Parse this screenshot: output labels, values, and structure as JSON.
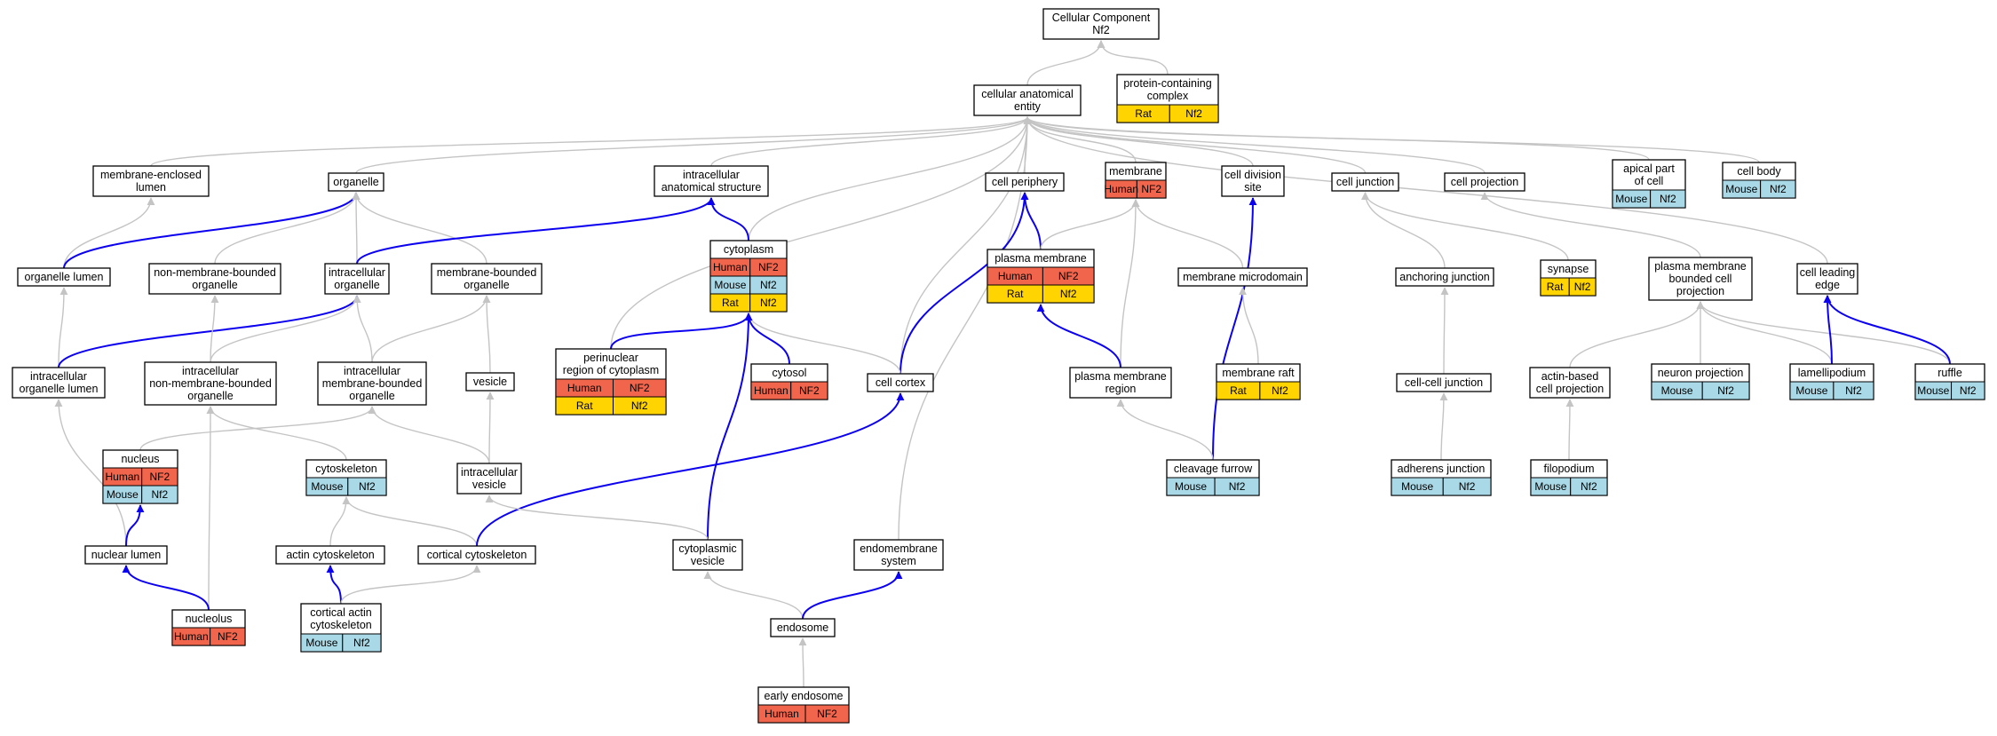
{
  "colors": {
    "human": "#f0654c",
    "mouse": "#a9d8e6",
    "rat": "#ffd400",
    "gray_edge": "#c4c4c4",
    "blue_edge": "#0b00f0",
    "node_border": "#000000"
  },
  "nodes": [
    {
      "id": "cc",
      "lines": [
        "Cellular Component",
        "Nf2"
      ],
      "labels": []
    },
    {
      "id": "cae",
      "lines": [
        "cellular anatomical",
        "entity"
      ],
      "labels": []
    },
    {
      "id": "pcc",
      "lines": [
        "protein-containing",
        "complex"
      ],
      "labels": [
        [
          "Rat",
          "Nf2"
        ]
      ]
    },
    {
      "id": "mel",
      "lines": [
        "membrane-enclosed",
        "lumen"
      ],
      "labels": []
    },
    {
      "id": "organelle",
      "lines": [
        "organelle"
      ],
      "labels": []
    },
    {
      "id": "ias",
      "lines": [
        "intracellular",
        "anatomical structure"
      ],
      "labels": []
    },
    {
      "id": "cperiph",
      "lines": [
        "cell periphery"
      ],
      "labels": []
    },
    {
      "id": "membrane",
      "lines": [
        "membrane"
      ],
      "labels": [
        [
          "Human",
          "NF2"
        ]
      ]
    },
    {
      "id": "cds",
      "lines": [
        "cell division",
        "site"
      ],
      "labels": []
    },
    {
      "id": "cjunction",
      "lines": [
        "cell junction"
      ],
      "labels": []
    },
    {
      "id": "cproj",
      "lines": [
        "cell projection"
      ],
      "labels": []
    },
    {
      "id": "apical",
      "lines": [
        "apical part",
        "of cell"
      ],
      "labels": [
        [
          "Mouse",
          "Nf2"
        ]
      ]
    },
    {
      "id": "cbody",
      "lines": [
        "cell body"
      ],
      "labels": [
        [
          "Mouse",
          "Nf2"
        ]
      ]
    },
    {
      "id": "olumen",
      "lines": [
        "organelle lumen"
      ],
      "labels": []
    },
    {
      "id": "nmbo",
      "lines": [
        "non-membrane-bounded",
        "organelle"
      ],
      "labels": []
    },
    {
      "id": "io",
      "lines": [
        "intracellular",
        "organelle"
      ],
      "labels": []
    },
    {
      "id": "mbo",
      "lines": [
        "membrane-bounded",
        "organelle"
      ],
      "labels": []
    },
    {
      "id": "cytoplasm",
      "lines": [
        "cytoplasm"
      ],
      "labels": [
        [
          "Human",
          "NF2"
        ],
        [
          "Mouse",
          "Nf2"
        ],
        [
          "Rat",
          "Nf2"
        ]
      ]
    },
    {
      "id": "pm",
      "lines": [
        "plasma membrane"
      ],
      "labels": [
        [
          "Human",
          "NF2"
        ],
        [
          "Rat",
          "Nf2"
        ]
      ]
    },
    {
      "id": "mmd",
      "lines": [
        "membrane microdomain"
      ],
      "labels": []
    },
    {
      "id": "aj",
      "lines": [
        "anchoring junction"
      ],
      "labels": []
    },
    {
      "id": "synapse",
      "lines": [
        "synapse"
      ],
      "labels": [
        [
          "Rat",
          "Nf2"
        ]
      ]
    },
    {
      "id": "pmbcp",
      "lines": [
        "plasma membrane",
        "bounded cell",
        "projection"
      ],
      "labels": []
    },
    {
      "id": "cle",
      "lines": [
        "cell leading",
        "edge"
      ],
      "labels": []
    },
    {
      "id": "iol",
      "lines": [
        "intracellular",
        "organelle lumen"
      ],
      "labels": []
    },
    {
      "id": "inmbo",
      "lines": [
        "intracellular",
        "non-membrane-bounded",
        "organelle"
      ],
      "labels": []
    },
    {
      "id": "imbo",
      "lines": [
        "intracellular",
        "membrane-bounded",
        "organelle"
      ],
      "labels": []
    },
    {
      "id": "vesicle",
      "lines": [
        "vesicle"
      ],
      "labels": []
    },
    {
      "id": "perinuclear",
      "lines": [
        "perinuclear",
        "region of cytoplasm"
      ],
      "labels": [
        [
          "Human",
          "NF2"
        ],
        [
          "Rat",
          "Nf2"
        ]
      ]
    },
    {
      "id": "cytosol",
      "lines": [
        "cytosol"
      ],
      "labels": [
        [
          "Human",
          "NF2"
        ]
      ]
    },
    {
      "id": "ccortex",
      "lines": [
        "cell cortex"
      ],
      "labels": []
    },
    {
      "id": "pmr",
      "lines": [
        "plasma membrane",
        "region"
      ],
      "labels": []
    },
    {
      "id": "mraft",
      "lines": [
        "membrane raft"
      ],
      "labels": [
        [
          "Rat",
          "Nf2"
        ]
      ]
    },
    {
      "id": "ccj",
      "lines": [
        "cell-cell junction"
      ],
      "labels": []
    },
    {
      "id": "abcp",
      "lines": [
        "actin-based",
        "cell projection"
      ],
      "labels": []
    },
    {
      "id": "nproj",
      "lines": [
        "neuron projection"
      ],
      "labels": [
        [
          "Mouse",
          "Nf2"
        ]
      ]
    },
    {
      "id": "lamelli",
      "lines": [
        "lamellipodium"
      ],
      "labels": [
        [
          "Mouse",
          "Nf2"
        ]
      ]
    },
    {
      "id": "ruffle",
      "lines": [
        "ruffle"
      ],
      "labels": [
        [
          "Mouse",
          "Nf2"
        ]
      ]
    },
    {
      "id": "nucleus",
      "lines": [
        "nucleus"
      ],
      "labels": [
        [
          "Human",
          "NF2"
        ],
        [
          "Mouse",
          "Nf2"
        ]
      ]
    },
    {
      "id": "cytoskeleton",
      "lines": [
        "cytoskeleton"
      ],
      "labels": [
        [
          "Mouse",
          "Nf2"
        ]
      ]
    },
    {
      "id": "ivesicle",
      "lines": [
        "intracellular",
        "vesicle"
      ],
      "labels": []
    },
    {
      "id": "cfurrow",
      "lines": [
        "cleavage furrow"
      ],
      "labels": [
        [
          "Mouse",
          "Nf2"
        ]
      ]
    },
    {
      "id": "adherens",
      "lines": [
        "adherens junction"
      ],
      "labels": [
        [
          "Mouse",
          "Nf2"
        ]
      ]
    },
    {
      "id": "filopodium",
      "lines": [
        "filopodium"
      ],
      "labels": [
        [
          "Mouse",
          "Nf2"
        ]
      ]
    },
    {
      "id": "nlumen",
      "lines": [
        "nuclear lumen"
      ],
      "labels": []
    },
    {
      "id": "actincyto",
      "lines": [
        "actin cytoskeleton"
      ],
      "labels": []
    },
    {
      "id": "corticalcyto",
      "lines": [
        "cortical cytoskeleton"
      ],
      "labels": []
    },
    {
      "id": "cytovesicle",
      "lines": [
        "cytoplasmic",
        "vesicle"
      ],
      "labels": []
    },
    {
      "id": "endomembrane",
      "lines": [
        "endomembrane",
        "system"
      ],
      "labels": []
    },
    {
      "id": "nucleolus",
      "lines": [
        "nucleolus"
      ],
      "labels": [
        [
          "Human",
          "NF2"
        ]
      ]
    },
    {
      "id": "cac",
      "lines": [
        "cortical actin",
        "cytoskeleton"
      ],
      "labels": [
        [
          "Mouse",
          "Nf2"
        ]
      ]
    },
    {
      "id": "endosome",
      "lines": [
        "endosome"
      ],
      "labels": []
    },
    {
      "id": "earlyendo",
      "lines": [
        "early endosome"
      ],
      "labels": [
        [
          "Human",
          "NF2"
        ]
      ]
    }
  ],
  "edges": [
    {
      "from": "cae",
      "to": "cc",
      "kind": "gray"
    },
    {
      "from": "pcc",
      "to": "cc",
      "kind": "gray"
    },
    {
      "from": "mel",
      "to": "cae",
      "kind": "gray"
    },
    {
      "from": "organelle",
      "to": "cae",
      "kind": "gray"
    },
    {
      "from": "ias",
      "to": "cae",
      "kind": "gray"
    },
    {
      "from": "cperiph",
      "to": "cae",
      "kind": "gray"
    },
    {
      "from": "membrane",
      "to": "cae",
      "kind": "gray"
    },
    {
      "from": "cds",
      "to": "cae",
      "kind": "gray"
    },
    {
      "from": "cjunction",
      "to": "cae",
      "kind": "gray"
    },
    {
      "from": "cproj",
      "to": "cae",
      "kind": "gray"
    },
    {
      "from": "apical",
      "to": "cae",
      "kind": "gray"
    },
    {
      "from": "cbody",
      "to": "cae",
      "kind": "gray"
    },
    {
      "from": "cle",
      "to": "cae",
      "kind": "gray"
    },
    {
      "from": "cytoplasm",
      "to": "cae",
      "kind": "gray"
    },
    {
      "from": "perinuclear",
      "to": "cae",
      "kind": "gray"
    },
    {
      "from": "ccortex",
      "to": "cae",
      "kind": "gray"
    },
    {
      "from": "endomembrane",
      "to": "cae",
      "kind": "gray"
    },
    {
      "from": "olumen",
      "to": "mel",
      "kind": "gray"
    },
    {
      "from": "olumen",
      "to": "organelle",
      "kind": "blue"
    },
    {
      "from": "nmbo",
      "to": "organelle",
      "kind": "gray"
    },
    {
      "from": "io",
      "to": "organelle",
      "kind": "gray"
    },
    {
      "from": "mbo",
      "to": "organelle",
      "kind": "gray"
    },
    {
      "from": "io",
      "to": "ias",
      "kind": "blue"
    },
    {
      "from": "cytoplasm",
      "to": "ias",
      "kind": "blue"
    },
    {
      "from": "pm",
      "to": "cperiph",
      "kind": "blue"
    },
    {
      "from": "ccortex",
      "to": "cperiph",
      "kind": "blue"
    },
    {
      "from": "pm",
      "to": "membrane",
      "kind": "gray"
    },
    {
      "from": "mmd",
      "to": "membrane",
      "kind": "gray"
    },
    {
      "from": "pmr",
      "to": "membrane",
      "kind": "gray"
    },
    {
      "from": "cfurrow",
      "to": "cds",
      "kind": "blue"
    },
    {
      "from": "aj",
      "to": "cjunction",
      "kind": "gray"
    },
    {
      "from": "synapse",
      "to": "cjunction",
      "kind": "gray"
    },
    {
      "from": "pmbcp",
      "to": "cproj",
      "kind": "gray"
    },
    {
      "from": "iol",
      "to": "olumen",
      "kind": "gray"
    },
    {
      "from": "iol",
      "to": "io",
      "kind": "blue"
    },
    {
      "from": "inmbo",
      "to": "nmbo",
      "kind": "gray"
    },
    {
      "from": "inmbo",
      "to": "io",
      "kind": "gray"
    },
    {
      "from": "imbo",
      "to": "io",
      "kind": "gray"
    },
    {
      "from": "imbo",
      "to": "mbo",
      "kind": "gray"
    },
    {
      "from": "vesicle",
      "to": "mbo",
      "kind": "gray"
    },
    {
      "from": "perinuclear",
      "to": "cytoplasm",
      "kind": "blue"
    },
    {
      "from": "cytosol",
      "to": "cytoplasm",
      "kind": "blue"
    },
    {
      "from": "ccortex",
      "to": "cytoplasm",
      "kind": "gray"
    },
    {
      "from": "cytovesicle",
      "to": "cytoplasm",
      "kind": "blue"
    },
    {
      "from": "pmr",
      "to": "pm",
      "kind": "blue"
    },
    {
      "from": "mraft",
      "to": "mmd",
      "kind": "gray"
    },
    {
      "from": "ccj",
      "to": "aj",
      "kind": "gray"
    },
    {
      "from": "abcp",
      "to": "pmbcp",
      "kind": "gray"
    },
    {
      "from": "nproj",
      "to": "pmbcp",
      "kind": "gray"
    },
    {
      "from": "lamelli",
      "to": "pmbcp",
      "kind": "gray"
    },
    {
      "from": "ruffle",
      "to": "pmbcp",
      "kind": "gray"
    },
    {
      "from": "lamelli",
      "to": "cle",
      "kind": "blue"
    },
    {
      "from": "ruffle",
      "to": "cle",
      "kind": "blue"
    },
    {
      "from": "nlumen",
      "to": "iol",
      "kind": "gray"
    },
    {
      "from": "nucleolus",
      "to": "inmbo",
      "kind": "gray"
    },
    {
      "from": "cytoskeleton",
      "to": "inmbo",
      "kind": "gray"
    },
    {
      "from": "nucleus",
      "to": "imbo",
      "kind": "gray"
    },
    {
      "from": "ivesicle",
      "to": "imbo",
      "kind": "gray"
    },
    {
      "from": "ivesicle",
      "to": "vesicle",
      "kind": "gray"
    },
    {
      "from": "cfurrow",
      "to": "pmr",
      "kind": "gray"
    },
    {
      "from": "adherens",
      "to": "ccj",
      "kind": "gray"
    },
    {
      "from": "filopodium",
      "to": "abcp",
      "kind": "gray"
    },
    {
      "from": "nlumen",
      "to": "nucleus",
      "kind": "blue"
    },
    {
      "from": "actincyto",
      "to": "cytoskeleton",
      "kind": "gray"
    },
    {
      "from": "corticalcyto",
      "to": "cytoskeleton",
      "kind": "gray"
    },
    {
      "from": "corticalcyto",
      "to": "ccortex",
      "kind": "blue"
    },
    {
      "from": "cytovesicle",
      "to": "ivesicle",
      "kind": "gray"
    },
    {
      "from": "nucleolus",
      "to": "nlumen",
      "kind": "blue"
    },
    {
      "from": "cac",
      "to": "actincyto",
      "kind": "blue"
    },
    {
      "from": "cac",
      "to": "corticalcyto",
      "kind": "gray"
    },
    {
      "from": "endosome",
      "to": "cytovesicle",
      "kind": "gray"
    },
    {
      "from": "endosome",
      "to": "endomembrane",
      "kind": "blue"
    },
    {
      "from": "earlyendo",
      "to": "endosome",
      "kind": "gray"
    }
  ]
}
